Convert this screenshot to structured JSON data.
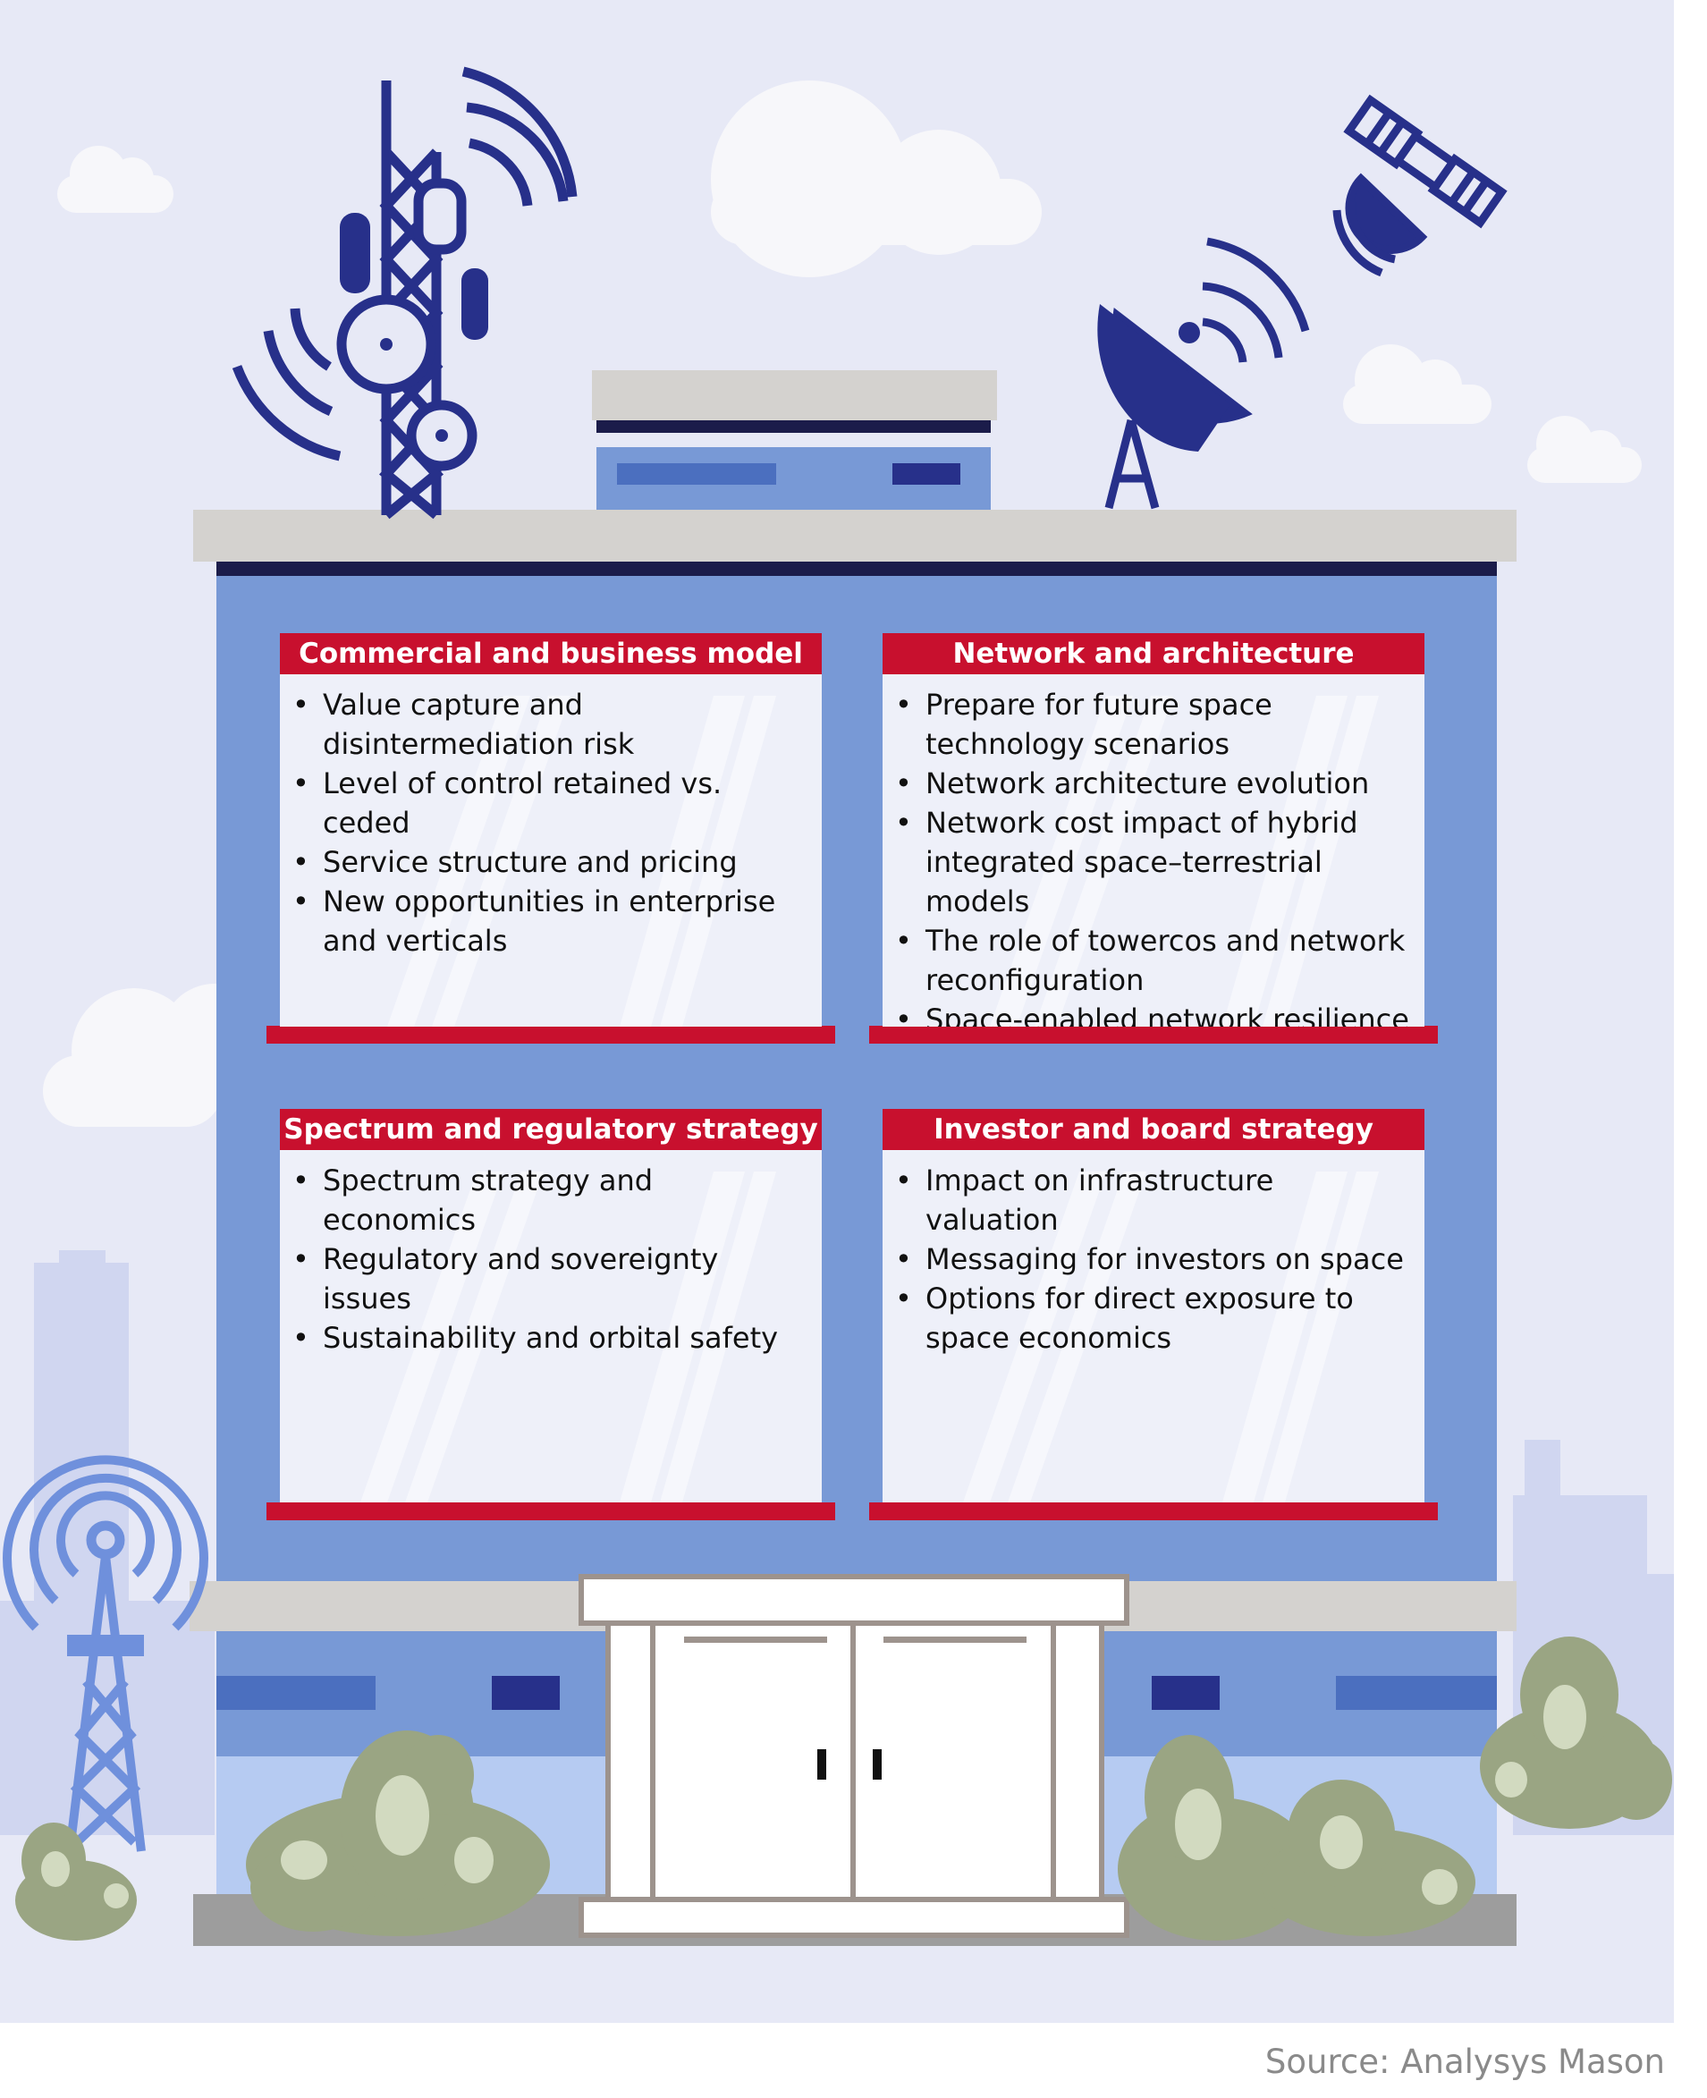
{
  "panels": [
    {
      "title": "Commercial and business model",
      "items": [
        "Value capture and disintermediation risk",
        "Level of control retained vs. ceded",
        "Service structure and pricing",
        "New opportunities in enterprise and verticals"
      ]
    },
    {
      "title": "Network and architecture",
      "items": [
        "Prepare for future space technology scenarios",
        "Network architecture evolution",
        "Network cost impact of hybrid integrated space–terrestrial models",
        "The role of towercos and network reconfiguration",
        "Space-enabled network resilience"
      ]
    },
    {
      "title": "Spectrum and regulatory strategy",
      "items": [
        "Spectrum strategy and economics",
        "Regulatory and sovereignty issues",
        "Sustainability and orbital safety"
      ]
    },
    {
      "title": "Investor and board strategy",
      "items": [
        "Impact on infrastructure valuation",
        "Messaging for investors on space",
        "Options for direct exposure to space economics"
      ]
    }
  ],
  "source": "Source: Analysys Mason",
  "icons": [
    "cell-tower-icon",
    "satellite-dish-icon",
    "satellite-icon",
    "radio-antenna-icon",
    "cloud-icon",
    "bush-icon",
    "door-icon"
  ],
  "colors": {
    "sky": "#e7e9f6",
    "building": "#7899d6",
    "ledge": "#d4d2cf",
    "header_red": "#c8102e",
    "icon_navy": "#27308a",
    "antenna_blue": "#6f90dc",
    "bush": "#9aa583"
  }
}
